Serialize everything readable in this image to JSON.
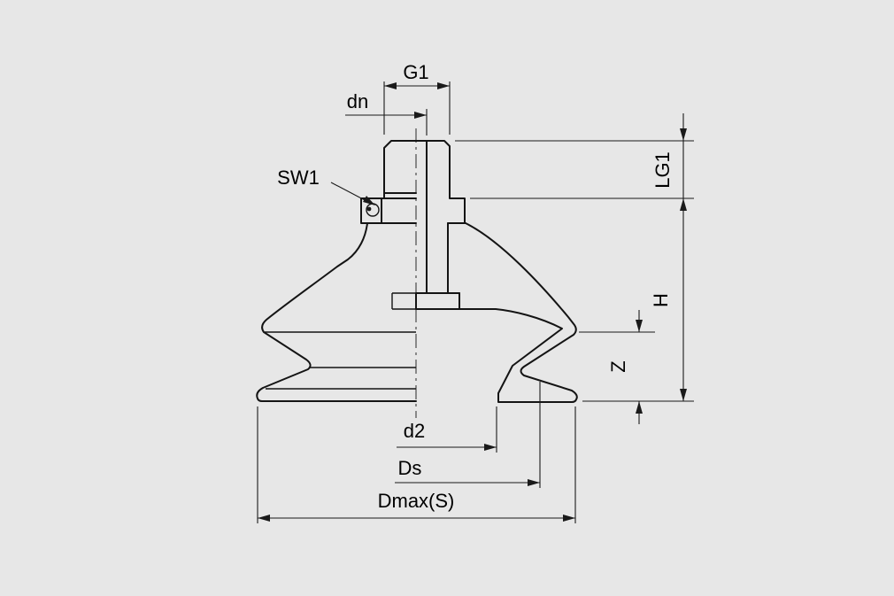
{
  "canvas": {
    "background_color": "#e7e7e7",
    "line_color": "#141414"
  },
  "diagram": {
    "labels": {
      "g1": "G1",
      "dn": "dn",
      "sw1": "SW1",
      "lg1": "LG1",
      "h": "H",
      "z": "Z",
      "d2": "d2",
      "ds": "Ds",
      "dmax": "Dmax(S)"
    }
  }
}
